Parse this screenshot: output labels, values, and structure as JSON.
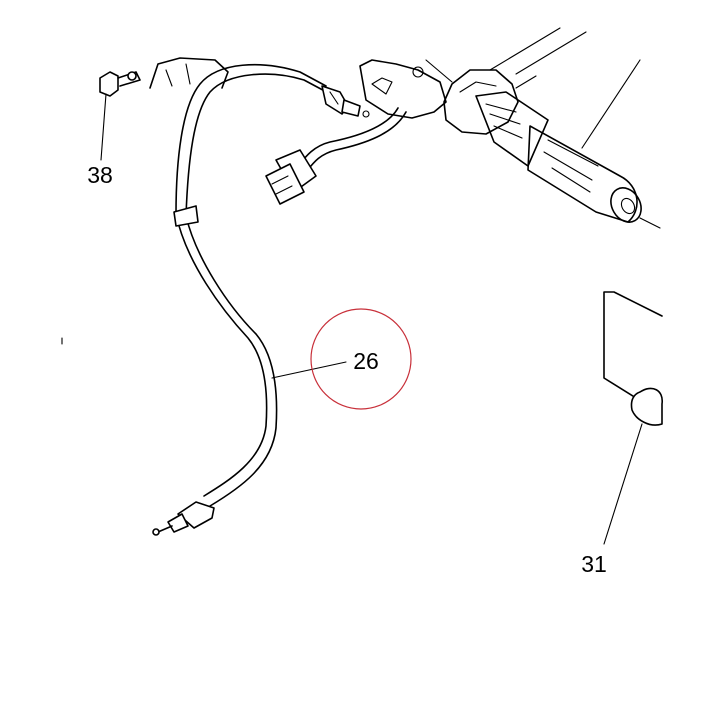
{
  "callouts": {
    "bolt": "38",
    "cable": "26",
    "switch": "31"
  },
  "highlight": {
    "target": "26",
    "color": "#c8303a"
  },
  "colors": {
    "line": "#000000",
    "background": "#ffffff"
  }
}
